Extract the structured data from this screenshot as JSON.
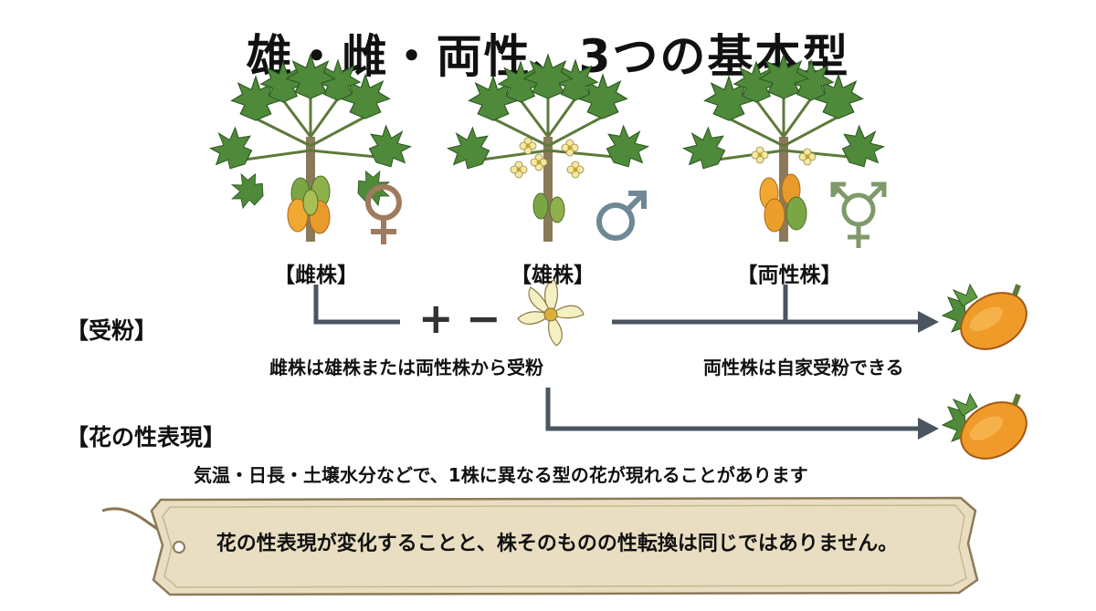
{
  "title": "雄・雌・両性、3つの基本型",
  "plants": [
    {
      "label": "【雌株】",
      "symbol_icon": "female-symbol-icon",
      "symbol_color": "#a07a5e"
    },
    {
      "label": "【雄株】",
      "symbol_icon": "male-symbol-icon",
      "symbol_color": "#6f8896"
    },
    {
      "label": "【両性株】",
      "symbol_icon": "transgender-symbol-icon",
      "symbol_color": "#7f9a6a"
    }
  ],
  "pollination": {
    "label": "【受粉】",
    "plus": "+",
    "minus": "−",
    "left_caption": "雌株は雄株または両性株から受粉",
    "right_caption": "両性株は自家受粉できる"
  },
  "expression": {
    "label": "【花の性表現】",
    "caption": "気温・日長・土壌水分などで、1株に異なる型の花が現れることがあります"
  },
  "banner": {
    "text": "花の性表現が変化することと、株そのものの性転換は同じではありません。"
  },
  "colors": {
    "line": "#4a5560",
    "leaf": "#4f8a3a",
    "fruit_orange": "#f09a2a",
    "fruit_green": "#8fb04a",
    "parchment": "#e9dec2"
  }
}
